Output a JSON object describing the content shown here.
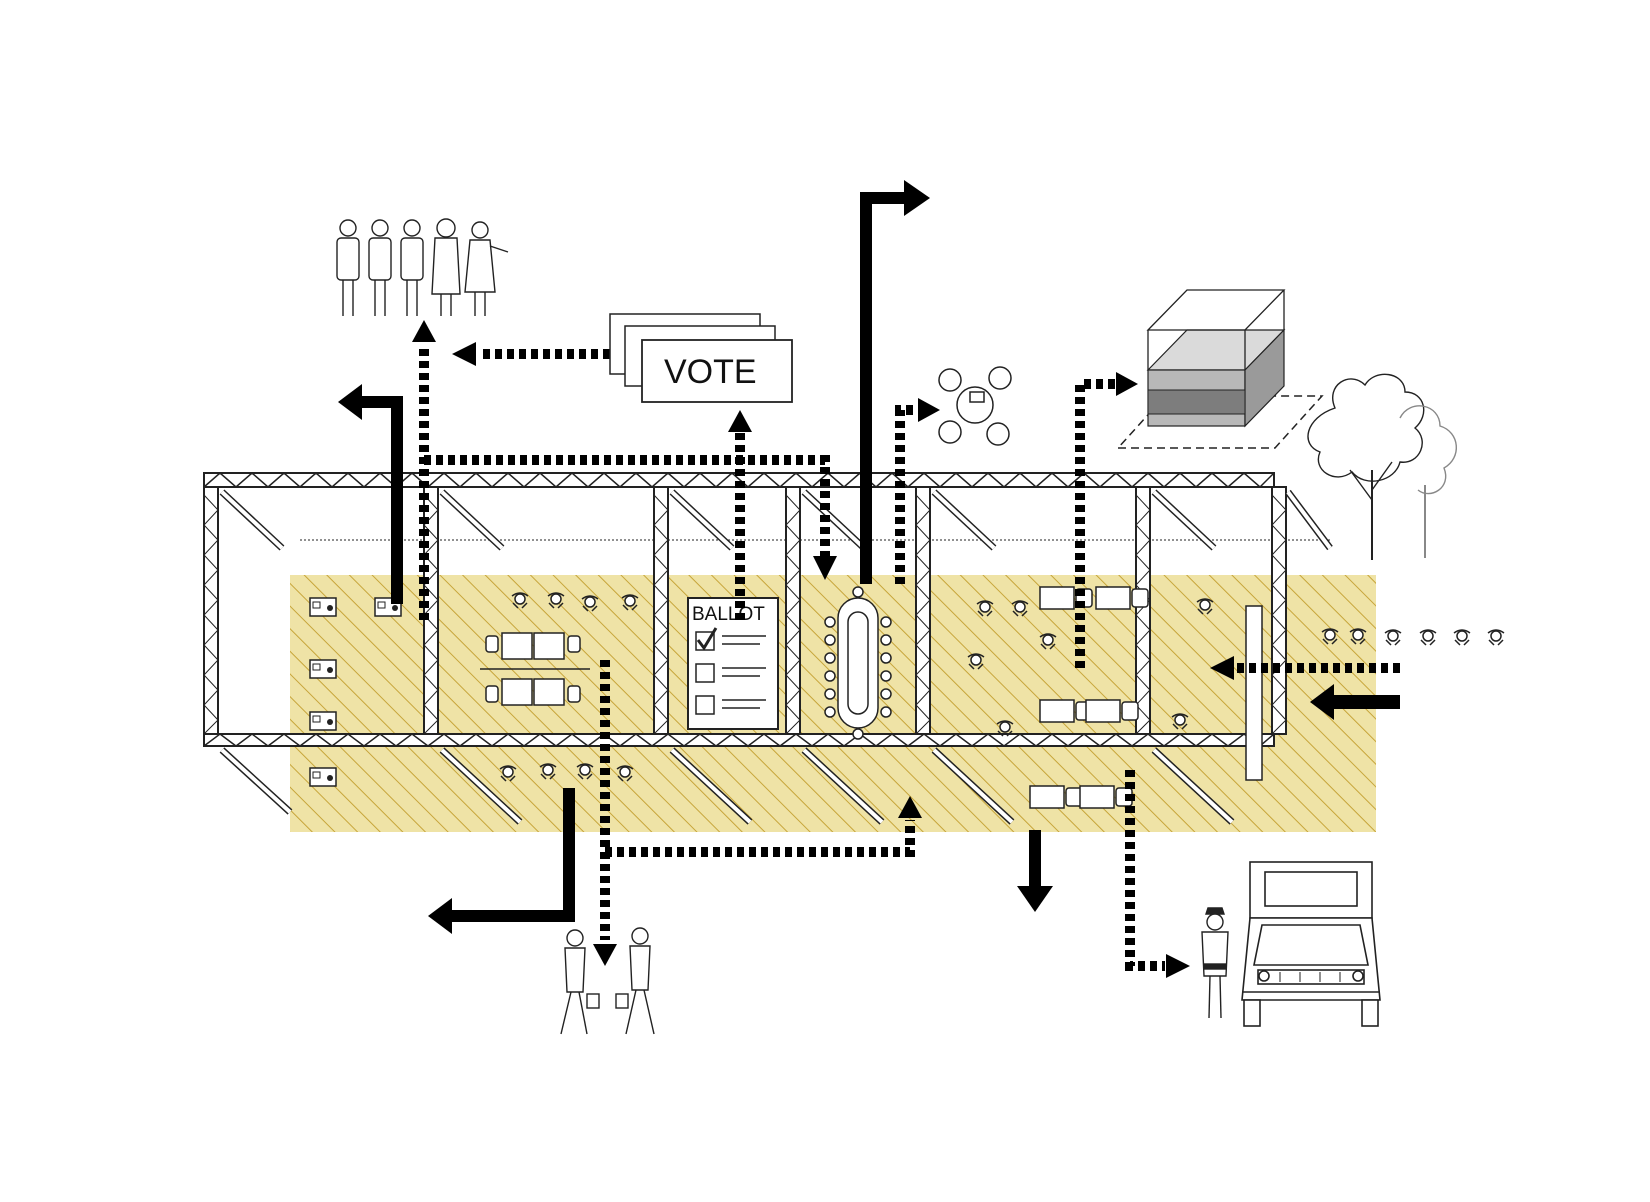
{
  "vote_card": {
    "label": "VOTE"
  },
  "ballot": {
    "label": "BALLOT",
    "checked_boxes": 1,
    "total_boxes": 3
  },
  "colors": {
    "floor_fill": "#efe3a6",
    "hatch": "#c7a53a",
    "structure": "#222222",
    "arrow": "#000000",
    "box_dark": "#7d7d7d",
    "box_mid": "#b8b8b8",
    "box_light": "#dadada"
  },
  "icons": {
    "people_group": "standing-people-group-icon",
    "walkers": "walking-businessmen-icon",
    "officer": "police-officer-icon",
    "truck": "truck-icon",
    "tree": "tree-icon",
    "container": "transparent-box-icon",
    "meeting": "round-table-meeting-icon"
  }
}
